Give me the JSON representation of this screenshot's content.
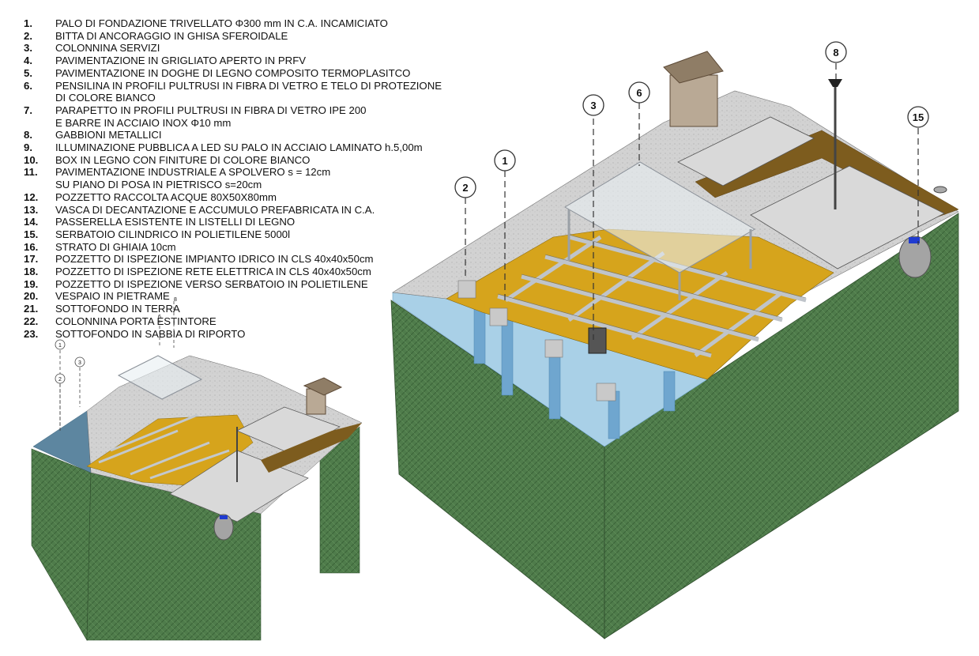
{
  "legend": [
    {
      "num": "1.",
      "lines": [
        "PALO DI FONDAZIONE TRIVELLATO Φ300 mm IN C.A. INCAMICIATO"
      ]
    },
    {
      "num": "2.",
      "lines": [
        "BITTA DI ANCORAGGIO IN GHISA SFEROIDALE"
      ]
    },
    {
      "num": "3.",
      "lines": [
        "COLONNINA SERVIZI"
      ]
    },
    {
      "num": "4.",
      "lines": [
        "PAVIMENTAZIONE IN GRIGLIATO APERTO IN PRFV"
      ]
    },
    {
      "num": "5.",
      "lines": [
        "PAVIMENTAZIONE IN DOGHE DI LEGNO COMPOSITO TERMOPLASITCO"
      ]
    },
    {
      "num": "6.",
      "lines": [
        "PENSILINA IN PROFILI PULTRUSI IN FIBRA DI VETRO E TELO DI PROTEZIONE",
        "DI COLORE BIANCO"
      ]
    },
    {
      "num": "7.",
      "lines": [
        "PARAPETTO IN PROFILI PULTRUSI IN FIBRA DI VETRO IPE 200",
        "E BARRE IN ACCIAIO INOX Φ10 mm"
      ]
    },
    {
      "num": "8.",
      "lines": [
        "GABBIONI METALLICI"
      ]
    },
    {
      "num": "9.",
      "lines": [
        "ILLUMINAZIONE PUBBLICA A LED SU PALO IN ACCIAIO LAMINATO h.5,00m"
      ]
    },
    {
      "num": "10.",
      "lines": [
        "BOX IN LEGNO CON FINITURE DI COLORE BIANCO"
      ]
    },
    {
      "num": "11.",
      "lines": [
        "PAVIMENTAZIONE INDUSTRIALE A SPOLVERO s = 12cm",
        "SU PIANO DI POSA IN PIETRISCO s=20cm"
      ]
    },
    {
      "num": "12.",
      "lines": [
        "POZZETTO RACCOLTA ACQUE 80X50X80mm"
      ]
    },
    {
      "num": "13.",
      "lines": [
        "VASCA DI DECANTAZIONE E ACCUMULO PREFABRICATA IN C.A."
      ]
    },
    {
      "num": "14.",
      "lines": [
        "PASSERELLA ESISTENTE IN LISTELLI DI LEGNO"
      ]
    },
    {
      "num": "15.",
      "lines": [
        "SERBATOIO CILINDRICO IN POLIETILENE 5000l"
      ]
    },
    {
      "num": "16.",
      "lines": [
        "STRATO DI GHIAIA 10cm"
      ]
    },
    {
      "num": "17.",
      "lines": [
        "POZZETTO DI ISPEZIONE IMPIANTO IDRICO IN CLS 40x40x50cm"
      ]
    },
    {
      "num": "18.",
      "lines": [
        "POZZETTO DI ISPEZIONE RETE ELETTRICA IN CLS 40x40x50cm"
      ]
    },
    {
      "num": "19.",
      "lines": [
        "POZZETTO DI ISPEZIONE VERSO SERBATOIO IN POLIETILENE"
      ]
    },
    {
      "num": "20.",
      "lines": [
        "VESPAIO IN PIETRAME"
      ]
    },
    {
      "num": "21.",
      "lines": [
        "SOTTOFONDO IN TERRA"
      ]
    },
    {
      "num": "22.",
      "lines": [
        "COLONNINA PORTA ESTINTORE"
      ]
    },
    {
      "num": "23.",
      "lines": [
        "SOTTOFONDO IN SABBIA DI RIPORTO"
      ]
    }
  ],
  "callouts_main": [
    "1",
    "2",
    "3",
    "6",
    "8",
    "15"
  ],
  "callouts_small": [
    "1",
    "2",
    "3",
    "6",
    "8"
  ],
  "colors": {
    "soil": "#4e7a4a",
    "soil_dark": "#3e6a3c",
    "water": "#a8cfe6",
    "deck_wood": "#d4a21a",
    "concrete": "#cfcfcf",
    "frame": "#c7ccd2",
    "wood_strip": "#7a5a1c"
  }
}
